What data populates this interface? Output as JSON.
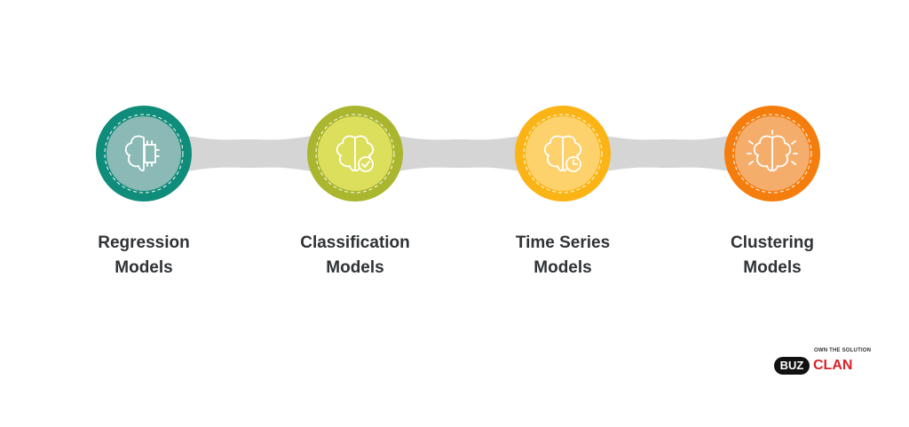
{
  "steps": [
    {
      "line1": "Regression",
      "line2": "Models",
      "icon": "brain-chip-icon",
      "outer": "#0f8c7a",
      "inner": "#8bb9b5"
    },
    {
      "line1": "Classification",
      "line2": "Models",
      "icon": "brain-check-icon",
      "outer": "#a9b62e",
      "inner": "#dcdf5c"
    },
    {
      "line1": "Time Series",
      "line2": "Models",
      "icon": "brain-clock-icon",
      "outer": "#fbb416",
      "inner": "#fdd16c"
    },
    {
      "line1": "Clustering",
      "line2": "Models",
      "icon": "brain-spark-icon",
      "outer": "#f57d0d",
      "inner": "#f5ad6c"
    }
  ],
  "connector_color": "#d5d5d5",
  "logo": {
    "tagline": "OWN THE SOLUTION",
    "part1": "BUZ",
    "part2": "CLAN"
  }
}
